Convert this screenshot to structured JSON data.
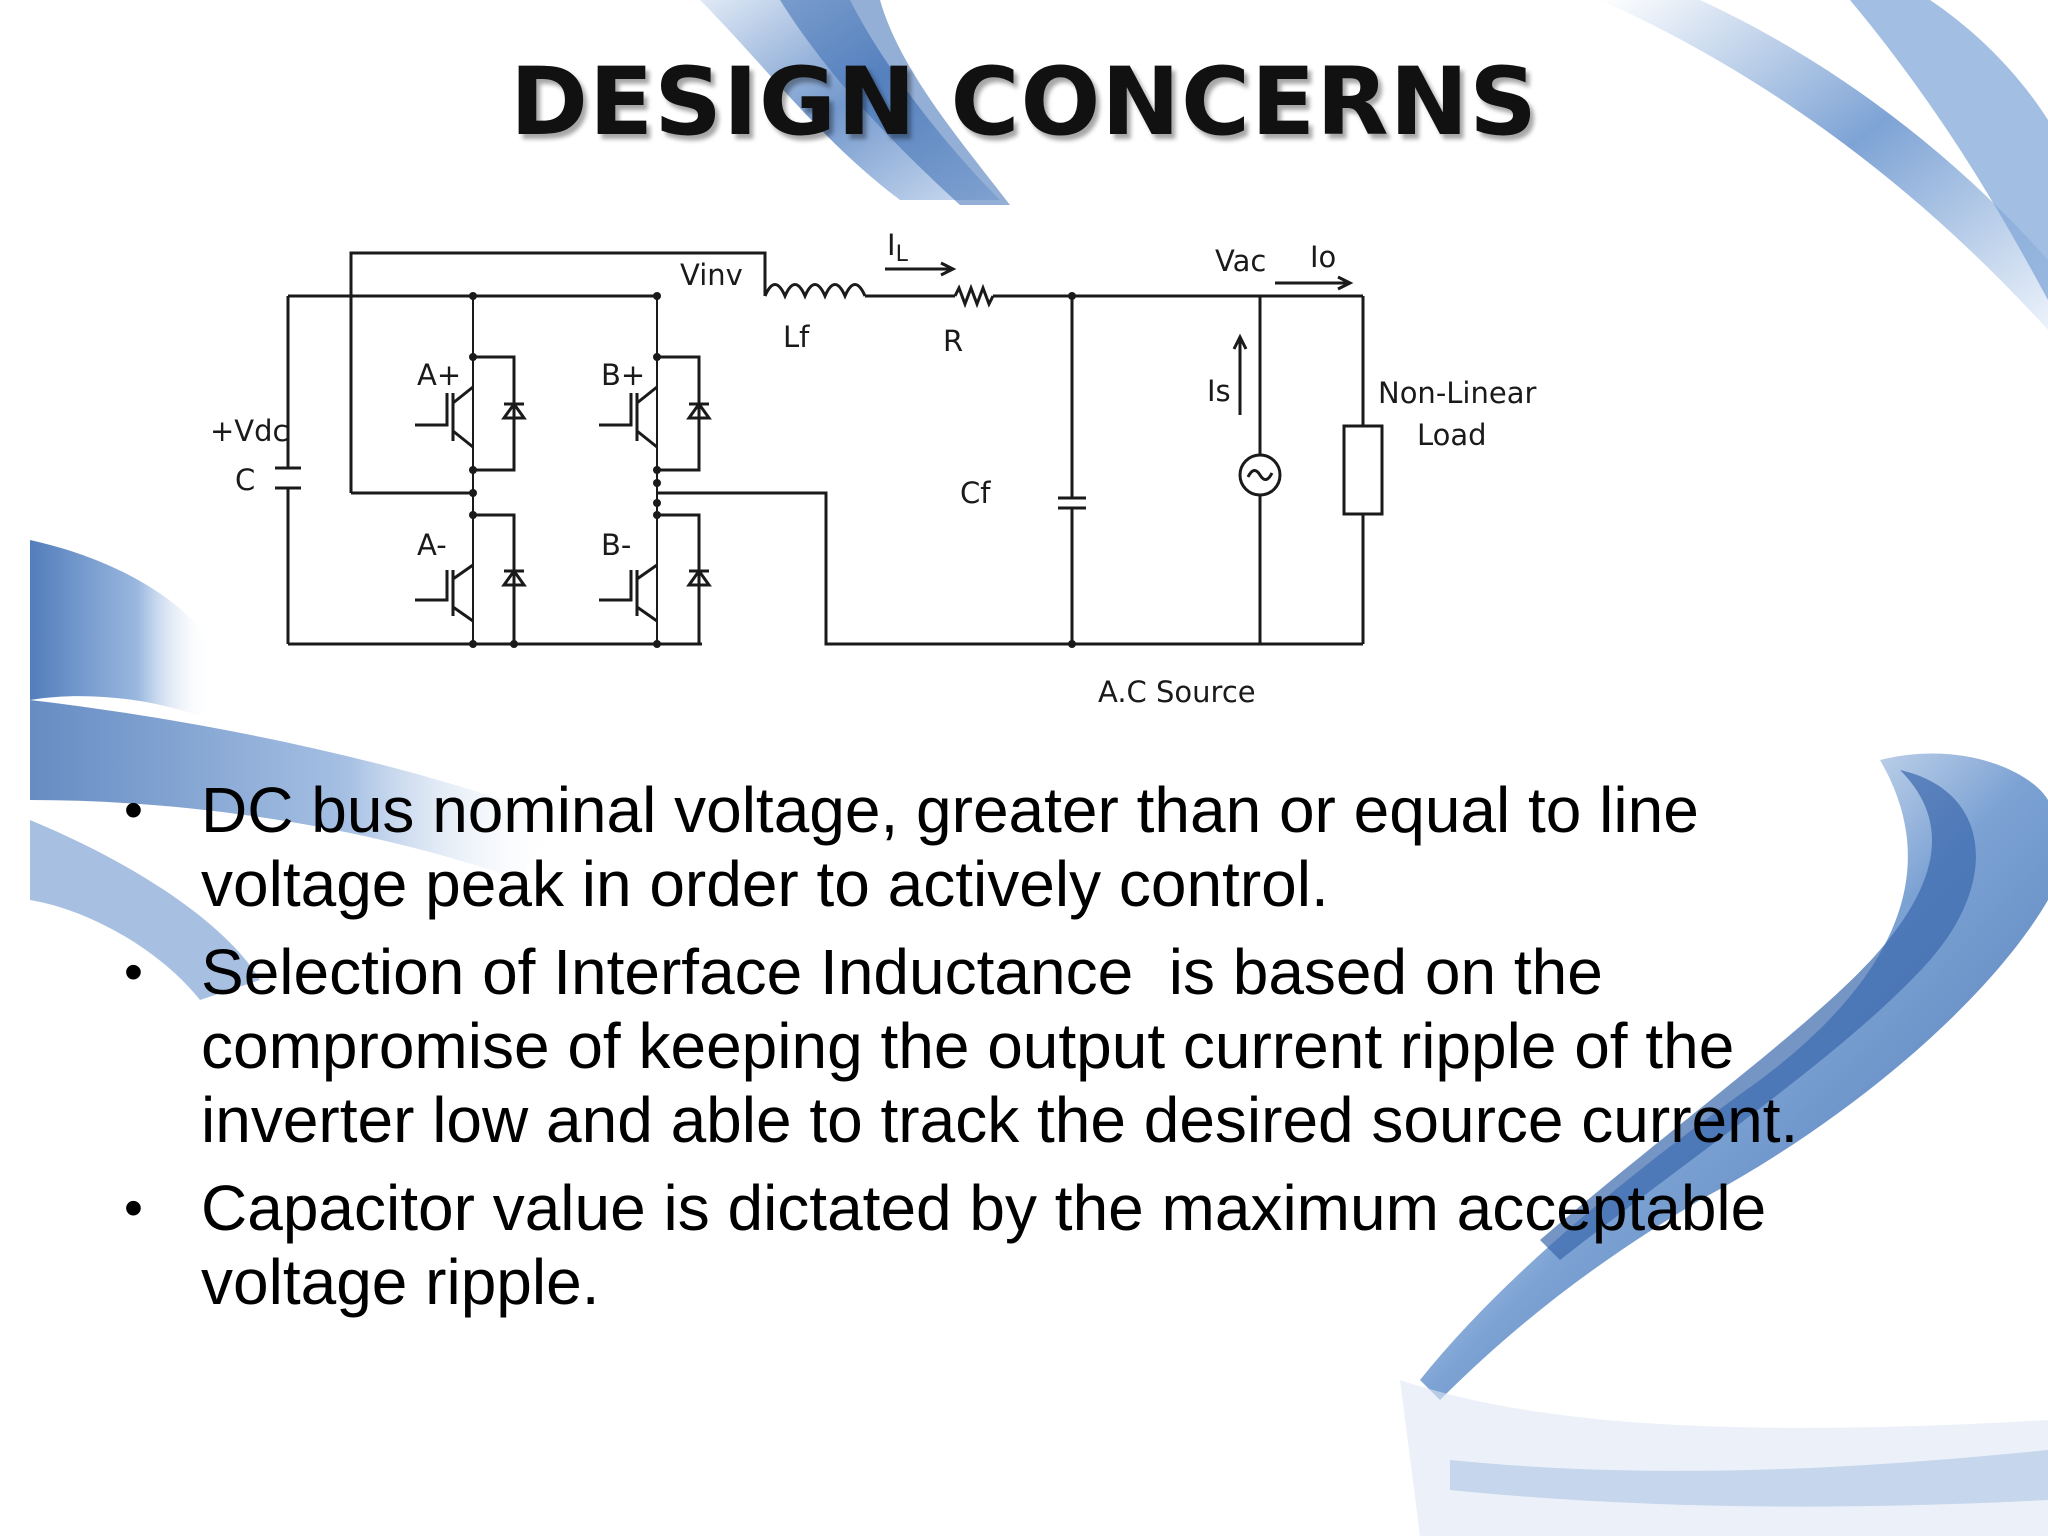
{
  "slide": {
    "title": "DESIGN CONCERNS",
    "accent_color": "#4a7fc4"
  },
  "circuit": {
    "labels": {
      "vdc": "+Vdc",
      "c": "C",
      "a_plus": "A+",
      "b_plus": "B+",
      "a_minus": "A-",
      "b_minus": "B-",
      "vinv": "Vinv",
      "il": "I",
      "il_sub": "L",
      "lf": "Lf",
      "r": "R",
      "cf": "Cf",
      "vac": "Vac",
      "io": "Io",
      "is": "Is",
      "load_line1": "Non-Linear",
      "load_line2": "Load",
      "ac_source": "A.C Source"
    }
  },
  "bullets": [
    {
      "symbol": "•",
      "line1": "DC bus nominal voltage, greater than or equal to line",
      "line2": "voltage peak in order to actively control."
    },
    {
      "symbol": "•",
      "line1": "Selection of Interface Inductance  is based on the",
      "line2": "compromise of keeping the output current ripple of the",
      "line3": "inverter low and able to track the desired source current."
    },
    {
      "symbol": "•",
      "line1": "Capacitor value is dictated by the maximum acceptable",
      "line2": "voltage ripple."
    }
  ]
}
